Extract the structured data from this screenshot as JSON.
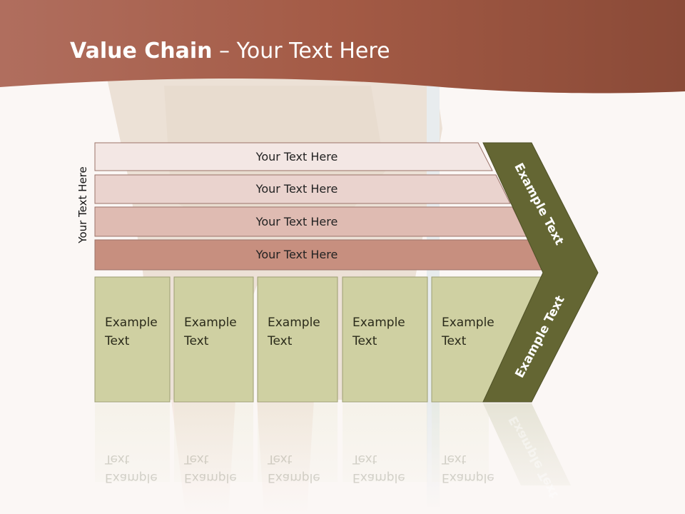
{
  "title": {
    "bold": "Value Chain",
    "rest": " – Your Text Here"
  },
  "side_label": "Your Text Here",
  "rows": [
    {
      "label": "Your Text Here",
      "fill": "#f3e7e4"
    },
    {
      "label": "Your Text Here",
      "fill": "#ead3ce"
    },
    {
      "label": "Your Text Here",
      "fill": "#dfbbb2"
    },
    {
      "label": "Your Text Here",
      "fill": "#c78f7f"
    }
  ],
  "columns": [
    {
      "line1": "Example",
      "line2": "Text"
    },
    {
      "line1": "Example",
      "line2": "Text"
    },
    {
      "line1": "Example",
      "line2": "Text"
    },
    {
      "line1": "Example",
      "line2": "Text"
    },
    {
      "line1": "Example",
      "line2": "Text"
    }
  ],
  "chevron": {
    "top_label": "Example Text",
    "bottom_label": "Example Text"
  },
  "colors": {
    "header": "#a35a45",
    "chevron": "#646633",
    "column": "#cfd0a2"
  }
}
